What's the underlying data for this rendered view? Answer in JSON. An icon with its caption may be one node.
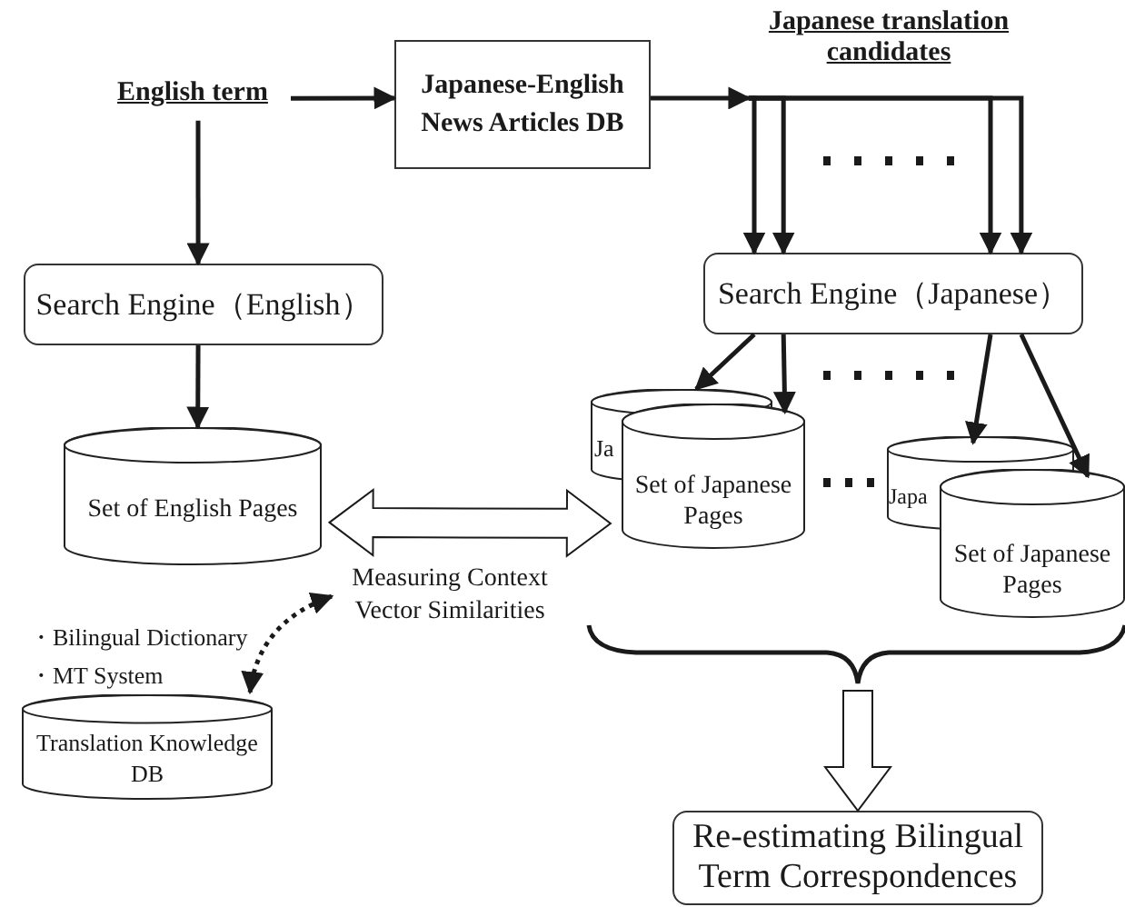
{
  "diagram": {
    "nodes": [
      {
        "text": [
          "English term"
        ]
      },
      {
        "text": [
          "Japanese-English News Articles DB"
        ]
      },
      {
        "text": [
          "Japanese translation candidates"
        ]
      },
      {
        "text": [
          "Search Engine（English）"
        ]
      },
      {
        "text": [
          "Search Engine（Japanese）"
        ]
      },
      {
        "text": [
          "Ja"
        ]
      },
      {
        "text": [
          "Set of Japanese Pages"
        ]
      },
      {
        "text": [
          "Japa"
        ]
      },
      {
        "text": [
          "Set of Japanese Pages"
        ]
      },
      {
        "text": [
          "Set of English Pages"
        ]
      },
      {
        "text": [
          "Measuring Context Vector Similarities"
        ]
      },
      {
        "text": [
          "Translation Knowledge DB"
        ]
      },
      {
        "text": [
          "Re-estimating Bilingual Term Correspondences"
        ]
      }
    ],
    "edges": [
      {
        "from": 0,
        "to": 3,
        "arrow": "to"
      },
      {
        "from": 0,
        "to": 1,
        "arrow": "to"
      },
      {
        "from": 3,
        "to": 9,
        "arrow": "to"
      },
      {
        "from": 1,
        "to": 2,
        "arrow": "to"
      },
      {
        "from": 2,
        "to": 4,
        "arrow": "to"
      },
      {
        "from": 2,
        "to": 4,
        "arrow": "to"
      },
      {
        "from": 2,
        "to": 4,
        "arrow": "to"
      },
      {
        "from": 2,
        "to": 4,
        "arrow": "to"
      },
      {
        "from": 4,
        "to": 5,
        "arrow": "to"
      },
      {
        "from": 4,
        "to": 6,
        "arrow": "to"
      },
      {
        "from": 4,
        "to": 7,
        "arrow": "to"
      },
      {
        "from": 4,
        "to": 8,
        "arrow": "to"
      },
      {
        "from": 9,
        "to": 6,
        "arrow": "both"
      },
      {
        "from": 10,
        "to": 11,
        "arrow": "both",
        "style": "dashed"
      },
      {
        "from": null,
        "to": 12,
        "arrow": "to"
      }
    ],
    "labels": [
      "・Bilingual Dictionary",
      "・MT System"
    ]
  }
}
